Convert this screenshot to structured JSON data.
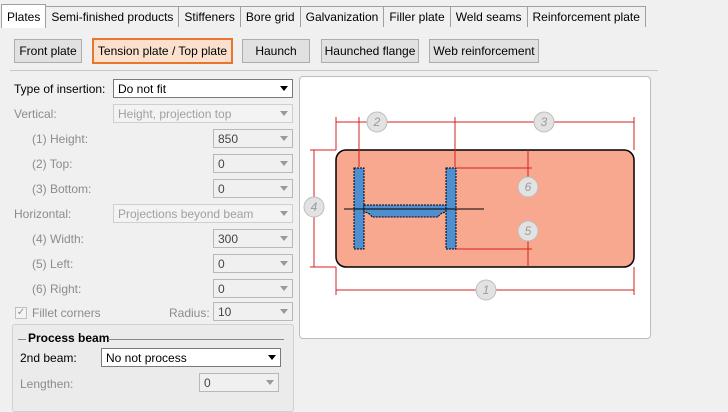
{
  "tabs": [
    {
      "label": "Plates",
      "active": true
    },
    {
      "label": "Semi-finished products",
      "active": false
    },
    {
      "label": "Stiffeners",
      "active": false
    },
    {
      "label": "Bore grid",
      "active": false
    },
    {
      "label": "Galvanization",
      "active": false
    },
    {
      "label": "Filler plate",
      "active": false
    },
    {
      "label": "Weld seams",
      "active": false
    },
    {
      "label": "Reinforcement plate",
      "active": false
    }
  ],
  "plate_buttons": {
    "front_plate": "Front plate",
    "tension_plate": "Tension plate / Top plate",
    "haunch": "Haunch",
    "haunched_flange": "Haunched flange",
    "web_reinforcement": "Web reinforcement"
  },
  "form": {
    "type_of_insertion_label": "Type of insertion:",
    "type_of_insertion_value": "Do not fit",
    "vertical_label": "Vertical:",
    "vertical_value": "Height, projection top",
    "height_label": "(1) Height:",
    "height_value": "850",
    "top_label": "(2) Top:",
    "top_value": "0",
    "bottom_label": "(3) Bottom:",
    "bottom_value": "0",
    "horizontal_label": "Horizontal:",
    "horizontal_value": "Projections beyond beam",
    "width_label": "(4) Width:",
    "width_value": "300",
    "left_label": "(5) Left:",
    "left_value": "0",
    "right_label": "(6) Right:",
    "right_value": "0",
    "fillet_label": "Fillet corners",
    "fillet_check": "✓",
    "radius_label": "Radius:",
    "radius_value": "10"
  },
  "process_beam": {
    "title": "Process beam",
    "second_beam_label": "2nd beam:",
    "second_beam_value": "No not process",
    "lengthen_label": "Lengthen:",
    "lengthen_value": "0"
  },
  "diagram": {
    "markers": [
      "1",
      "2",
      "3",
      "4",
      "5",
      "6"
    ],
    "colors": {
      "plate": "#f9a890",
      "beam": "#4f8fd0",
      "dim": "#d42020"
    }
  }
}
